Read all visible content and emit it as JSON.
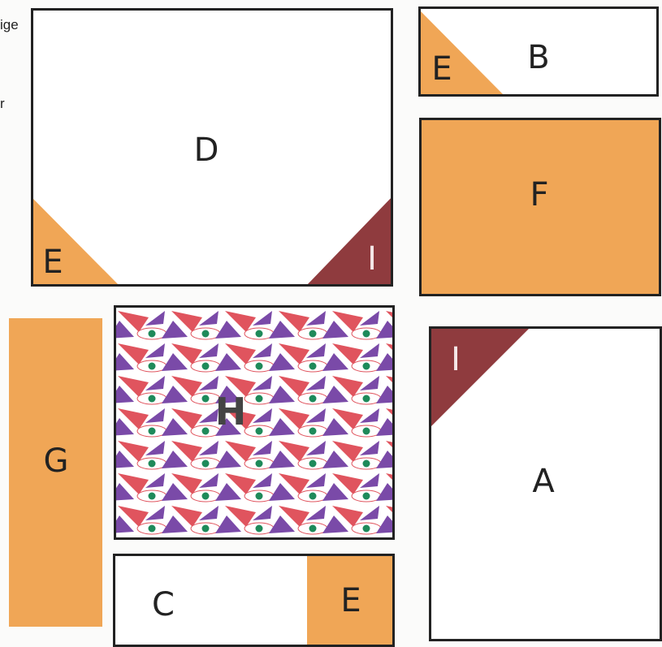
{
  "edge_text": {
    "fragment_top": "ige",
    "fragment_mid": "r"
  },
  "pieces": {
    "D": {
      "label": "D",
      "corner_left": "E",
      "corner_right": "I"
    },
    "B": {
      "label": "B",
      "corner": "E"
    },
    "F": {
      "label": "F"
    },
    "G": {
      "label": "G"
    },
    "H": {
      "label": "H"
    },
    "A": {
      "label": "A",
      "corner": "I"
    },
    "C": {
      "label": "C",
      "inset": "E"
    }
  },
  "colors": {
    "orange": "#f0a656",
    "dark_red": "#8f3b3e",
    "fabric_red": "#e0545e",
    "fabric_purple": "#7a4aa8",
    "fabric_dot": "#1e8a5a",
    "outline": "#222222"
  }
}
